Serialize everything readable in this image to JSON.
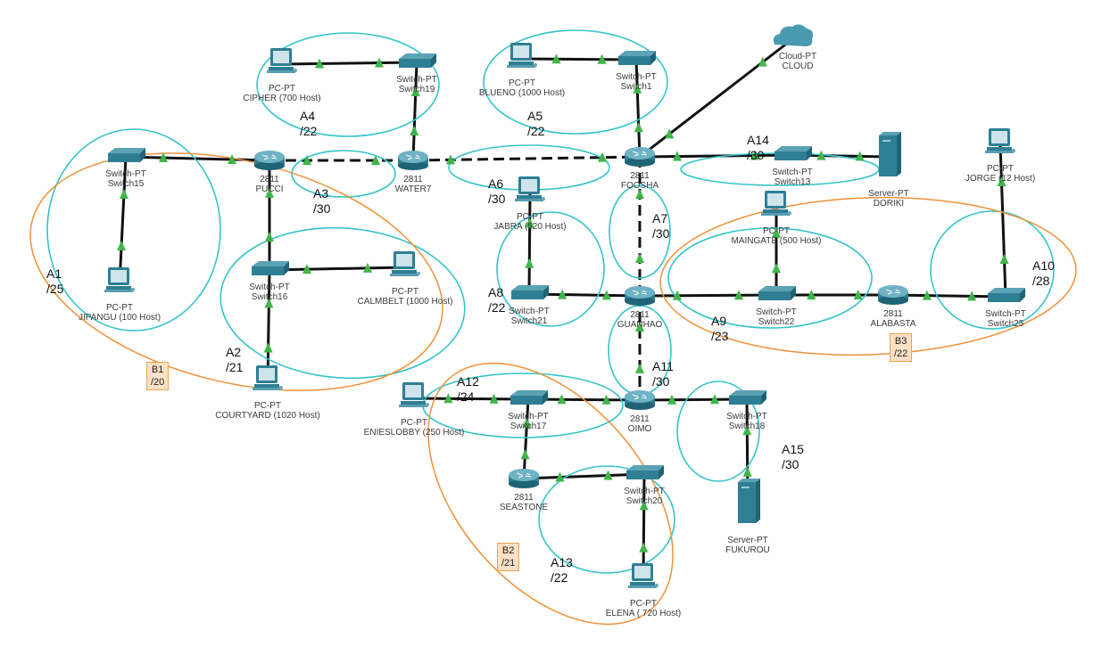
{
  "diagram": {
    "colors": {
      "link": "#111111",
      "port_up": "#3fb54a",
      "subnet_ellipse": "#35c4c9",
      "block_ellipse": "#f0913a",
      "device": "#2f7f94",
      "block_fill": "#fde0c6"
    },
    "devices": [
      {
        "id": "cipher",
        "type": "pc",
        "model": "PC-PT",
        "name": "CIPHER (700 Host)"
      },
      {
        "id": "switch19",
        "type": "switch",
        "model": "Switch-PT",
        "name": "Switch19"
      },
      {
        "id": "blueno",
        "type": "pc",
        "model": "PC-PT",
        "name": "BLUENO (1000 Host)"
      },
      {
        "id": "switch1",
        "type": "switch",
        "model": "Switch-PT",
        "name": "Switch1"
      },
      {
        "id": "cloud",
        "type": "cloud",
        "model": "Cloud-PT",
        "name": "CLOUD"
      },
      {
        "id": "switch15",
        "type": "switch",
        "model": "Switch-PT",
        "name": "Switch15"
      },
      {
        "id": "pucci",
        "type": "router",
        "model": "2811",
        "name": "PUCCI"
      },
      {
        "id": "water7",
        "type": "router",
        "model": "2811",
        "name": "WATER7"
      },
      {
        "id": "foosha",
        "type": "router",
        "model": "2811",
        "name": "FOOSHA"
      },
      {
        "id": "switch13",
        "type": "switch",
        "model": "Switch-PT",
        "name": "Switch13"
      },
      {
        "id": "doriki",
        "type": "server",
        "model": "Server-PT",
        "name": "DORIKI"
      },
      {
        "id": "jorge",
        "type": "pc",
        "model": "PC-PT",
        "name": "JORGE (12 Host)"
      },
      {
        "id": "jabra",
        "type": "pc",
        "model": "PC-PT",
        "name": "JABRA (520 Host)"
      },
      {
        "id": "maingate",
        "type": "pc",
        "model": "PC-PT",
        "name": "MAINGATE (500 Host)"
      },
      {
        "id": "jipangu",
        "type": "pc",
        "model": "PC-PT",
        "name": "JIPANGU (100 Host)"
      },
      {
        "id": "switch16",
        "type": "switch",
        "model": "Switch-PT",
        "name": "Switch16"
      },
      {
        "id": "calmbelt",
        "type": "pc",
        "model": "PC-PT",
        "name": "CALMBELT (1000 Host)"
      },
      {
        "id": "switch21",
        "type": "switch",
        "model": "Switch-PT",
        "name": "Switch21"
      },
      {
        "id": "guanhao",
        "type": "router",
        "model": "2811",
        "name": "GUANHAO"
      },
      {
        "id": "switch22",
        "type": "switch",
        "model": "Switch-PT",
        "name": "Switch22"
      },
      {
        "id": "alabasta",
        "type": "router",
        "model": "2811",
        "name": "ALABASTA"
      },
      {
        "id": "switch25",
        "type": "switch",
        "model": "Switch-PT",
        "name": "Switch25"
      },
      {
        "id": "courtyard",
        "type": "pc",
        "model": "PC-PT",
        "name": "COURTYARD (1020 Host)"
      },
      {
        "id": "enieslobby",
        "type": "pc",
        "model": "PC-PT",
        "name": "ENIESLOBBY (250 Host)"
      },
      {
        "id": "switch17",
        "type": "switch",
        "model": "Switch-PT",
        "name": "Switch17"
      },
      {
        "id": "omo",
        "type": "router",
        "model": "2811",
        "name": "OIMO"
      },
      {
        "id": "switch18",
        "type": "switch",
        "model": "Switch-PT",
        "name": "Switch18"
      },
      {
        "id": "seastone",
        "type": "router",
        "model": "2811",
        "name": "SEASTONE"
      },
      {
        "id": "switch20",
        "type": "switch",
        "model": "Switch-PT",
        "name": "Switch20"
      },
      {
        "id": "fukurou",
        "type": "server",
        "model": "Server-PT",
        "name": "FUKUROU"
      },
      {
        "id": "elena",
        "type": "pc",
        "model": "PC-PT",
        "name": "ELENA ( 720 Host)"
      }
    ],
    "links": [
      {
        "from": "cipher",
        "to": "switch19",
        "style": "solid"
      },
      {
        "from": "switch19",
        "to": "water7",
        "style": "solid"
      },
      {
        "from": "blueno",
        "to": "switch1",
        "style": "solid"
      },
      {
        "from": "switch1",
        "to": "foosha",
        "style": "solid"
      },
      {
        "from": "foosha",
        "to": "cloud",
        "style": "solid"
      },
      {
        "from": "switch15",
        "to": "pucci",
        "style": "solid"
      },
      {
        "from": "pucci",
        "to": "water7",
        "style": "dashed"
      },
      {
        "from": "water7",
        "to": "foosha",
        "style": "dashed"
      },
      {
        "from": "foosha",
        "to": "switch13",
        "style": "solid"
      },
      {
        "from": "switch13",
        "to": "doriki",
        "style": "solid"
      },
      {
        "from": "switch15",
        "to": "jipangu",
        "style": "solid"
      },
      {
        "from": "pucci",
        "to": "switch16",
        "style": "solid"
      },
      {
        "from": "switch16",
        "to": "calmbelt",
        "style": "solid"
      },
      {
        "from": "switch16",
        "to": "courtyard",
        "style": "solid"
      },
      {
        "from": "foosha",
        "to": "guanhao",
        "style": "dashed"
      },
      {
        "from": "jabra",
        "to": "switch21",
        "style": "solid"
      },
      {
        "from": "switch21",
        "to": "guanhao",
        "style": "solid"
      },
      {
        "from": "guanhao",
        "to": "switch22",
        "style": "solid"
      },
      {
        "from": "maingate",
        "to": "switch22",
        "style": "solid"
      },
      {
        "from": "switch22",
        "to": "alabasta",
        "style": "solid"
      },
      {
        "from": "alabasta",
        "to": "switch25",
        "style": "solid"
      },
      {
        "from": "jorge",
        "to": "switch25",
        "style": "solid"
      },
      {
        "from": "guanhao",
        "to": "omo",
        "style": "dashed"
      },
      {
        "from": "enieslobby",
        "to": "switch17",
        "style": "solid"
      },
      {
        "from": "switch17",
        "to": "omo",
        "style": "solid"
      },
      {
        "from": "omo",
        "to": "switch18",
        "style": "solid"
      },
      {
        "from": "switch18",
        "to": "fukurou",
        "style": "solid"
      },
      {
        "from": "switch17",
        "to": "seastone",
        "style": "solid"
      },
      {
        "from": "seastone",
        "to": "switch20",
        "style": "solid"
      },
      {
        "from": "switch20",
        "to": "elena",
        "style": "solid"
      }
    ],
    "subnets": [
      {
        "id": "A1",
        "name": "A1",
        "prefix": "/25"
      },
      {
        "id": "A2",
        "name": "A2",
        "prefix": "/21"
      },
      {
        "id": "A3",
        "name": "A3",
        "prefix": "/30"
      },
      {
        "id": "A4",
        "name": "A4",
        "prefix": "/22"
      },
      {
        "id": "A5",
        "name": "A5",
        "prefix": "/22"
      },
      {
        "id": "A6",
        "name": "A6",
        "prefix": "/30"
      },
      {
        "id": "A7",
        "name": "A7",
        "prefix": "/30"
      },
      {
        "id": "A8",
        "name": "A8",
        "prefix": "/22"
      },
      {
        "id": "A9",
        "name": "A9",
        "prefix": "/23"
      },
      {
        "id": "A10",
        "name": "A10",
        "prefix": "/28"
      },
      {
        "id": "A11",
        "name": "A11",
        "prefix": "/30"
      },
      {
        "id": "A12",
        "name": "A12",
        "prefix": "/24"
      },
      {
        "id": "A13",
        "name": "A13",
        "prefix": "/22"
      },
      {
        "id": "A14",
        "name": "A14",
        "prefix": "/30"
      },
      {
        "id": "A15",
        "name": "A15",
        "prefix": "/30"
      }
    ],
    "blocks": [
      {
        "id": "B1",
        "name": "B1",
        "prefix": "/20"
      },
      {
        "id": "B2",
        "name": "B2",
        "prefix": "/21"
      },
      {
        "id": "B3",
        "name": "B3",
        "prefix": "/22"
      }
    ]
  }
}
